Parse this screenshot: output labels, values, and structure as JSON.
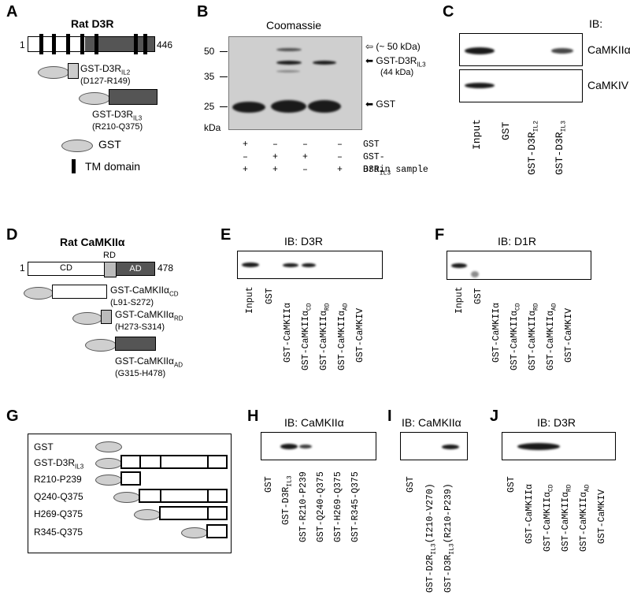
{
  "panels": {
    "A": {
      "letter": "A",
      "title": "Rat D3R",
      "start": "1",
      "end": "446",
      "constructs": [
        {
          "name": "GST-D3R",
          "sub": "IL2",
          "range": "(D127-R149)"
        },
        {
          "name": "GST-D3R",
          "sub": "IL3",
          "range": "(R210-Q375)"
        },
        {
          "name": "GST",
          "sub": "",
          "range": ""
        }
      ],
      "legend": "TM domain"
    },
    "B": {
      "letter": "B",
      "title": "Coomassie",
      "markers": [
        "50",
        "35",
        "25"
      ],
      "kda": "kDa",
      "ann_open": "(~ 50 kDa)",
      "ann_fusion": "GST-D3R",
      "ann_fusion_sub": "IL3",
      "ann_fusion_kda": "(44 kDa)",
      "ann_gst": "GST",
      "rows": [
        {
          "label": "GST",
          "sub": "",
          "signs": [
            "+",
            "–",
            "–",
            "–"
          ]
        },
        {
          "label": "GST-D3R",
          "sub": "IL3",
          "signs": [
            "–",
            "+",
            "+",
            "–"
          ]
        },
        {
          "label": "Brain sample",
          "sub": "",
          "signs": [
            "+",
            "+",
            "–",
            "+"
          ]
        }
      ]
    },
    "C": {
      "letter": "C",
      "ib": "IB:",
      "blots": [
        "CaMKIIα",
        "CaMKIV"
      ],
      "lanes": [
        {
          "text": "Input",
          "sub": ""
        },
        {
          "text": "GST",
          "sub": ""
        },
        {
          "text": "GST-D3R",
          "sub": "IL2"
        },
        {
          "text": "GST-D3R",
          "sub": "IL3"
        }
      ]
    },
    "D": {
      "letter": "D",
      "title": "Rat CaMKIIα",
      "start": "1",
      "end": "478",
      "domains": [
        "CD",
        "RD",
        "AD"
      ],
      "constructs": [
        {
          "name": "GST-CaMKIIα",
          "sub": "CD",
          "range": "(L91-S272)"
        },
        {
          "name": "GST-CaMKIIα",
          "sub": "RD",
          "range": "(H273-S314)"
        },
        {
          "name": "GST-CaMKIIα",
          "sub": "AD",
          "range": "(G315-H478)"
        }
      ]
    },
    "E": {
      "letter": "E",
      "ib": "IB: D3R",
      "lanes": [
        {
          "text": "Input",
          "sub": ""
        },
        {
          "text": "GST",
          "sub": ""
        },
        {
          "text": "GST-CaMKIIα",
          "sub": ""
        },
        {
          "text": "GST-CaMKIIα",
          "sub": "CD"
        },
        {
          "text": "GST-CaMKIIα",
          "sub": "RD"
        },
        {
          "text": "GST-CaMKIIα",
          "sub": "AD"
        },
        {
          "text": "GST-CaMKIV",
          "sub": ""
        }
      ]
    },
    "F": {
      "letter": "F",
      "ib": "IB: D1R",
      "lanes": [
        {
          "text": "Input",
          "sub": ""
        },
        {
          "text": "GST",
          "sub": ""
        },
        {
          "text": "GST-CaMKIIα",
          "sub": ""
        },
        {
          "text": "GST-CaMKIIα",
          "sub": "CD"
        },
        {
          "text": "GST-CaMKIIα",
          "sub": "RD"
        },
        {
          "text": "GST-CaMKIIα",
          "sub": "AD"
        },
        {
          "text": "GST-CaMKIV",
          "sub": ""
        }
      ]
    },
    "G": {
      "letter": "G",
      "rows": [
        {
          "name": "GST",
          "sub": ""
        },
        {
          "name": "GST-D3R",
          "sub": "IL3"
        },
        {
          "name": "R210-P239",
          "sub": ""
        },
        {
          "name": "Q240-Q375",
          "sub": ""
        },
        {
          "name": "H269-Q375",
          "sub": ""
        },
        {
          "name": "R345-Q375",
          "sub": ""
        }
      ]
    },
    "H": {
      "letter": "H",
      "ib": "IB: CaMKIIα",
      "lanes": [
        {
          "text": "GST",
          "sub": ""
        },
        {
          "text": "GST-D3R",
          "sub": "IL3"
        },
        {
          "text": "GST-R210-P239",
          "sub": ""
        },
        {
          "text": "GST-Q240-Q375",
          "sub": ""
        },
        {
          "text": "GST-H269-Q375",
          "sub": ""
        },
        {
          "text": "GST-R345-Q375",
          "sub": ""
        }
      ]
    },
    "I": {
      "letter": "I",
      "ib": "IB: CaMKIIα",
      "lanes": [
        {
          "text": "GST",
          "sub": "",
          "post": ""
        },
        {
          "text": "GST-D2R",
          "sub": "IL3",
          "post": "(I210-V270)"
        },
        {
          "text": "GST-D3R",
          "sub": "IL3",
          "post": "(R210-P239)"
        }
      ]
    },
    "J": {
      "letter": "J",
      "ib": "IB: D3R",
      "lanes": [
        {
          "text": "GST",
          "sub": ""
        },
        {
          "text": "GST-CaMKIIα",
          "sub": ""
        },
        {
          "text": "GST-CaMKIIα",
          "sub": "CD"
        },
        {
          "text": "GST-CaMKIIα",
          "sub": "RD"
        },
        {
          "text": "GST-CaMKIIα",
          "sub": "AD"
        },
        {
          "text": "GST-CaMKIV",
          "sub": ""
        }
      ]
    }
  }
}
